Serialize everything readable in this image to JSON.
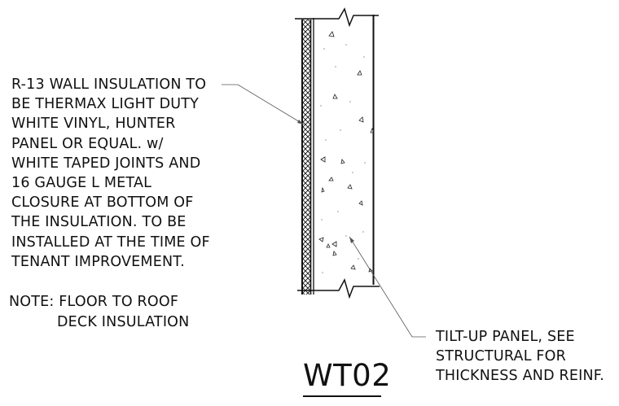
{
  "insulation_note": {
    "lines": [
      "R-13 WALL INSULATION TO",
      "BE THERMAX LIGHT DUTY",
      "WHITE VINYL, HUNTER",
      "PANEL OR EQUAL. w/",
      "WHITE TAPED JOINTS AND",
      "16 GAUGE L METAL",
      "CLOSURE AT BOTTOM OF",
      "THE INSULATION. TO BE",
      "INSTALLED AT THE TIME OF",
      "TENANT IMPROVEMENT."
    ]
  },
  "floor_note": {
    "line1": "NOTE: FLOOR TO ROOF",
    "line2": "DECK INSULATION"
  },
  "panel_note": {
    "lines": [
      "TILT-UP PANEL, SEE",
      "STRUCTURAL FOR",
      "THICKNESS AND REINF."
    ]
  },
  "detail": {
    "title": "WT02"
  }
}
